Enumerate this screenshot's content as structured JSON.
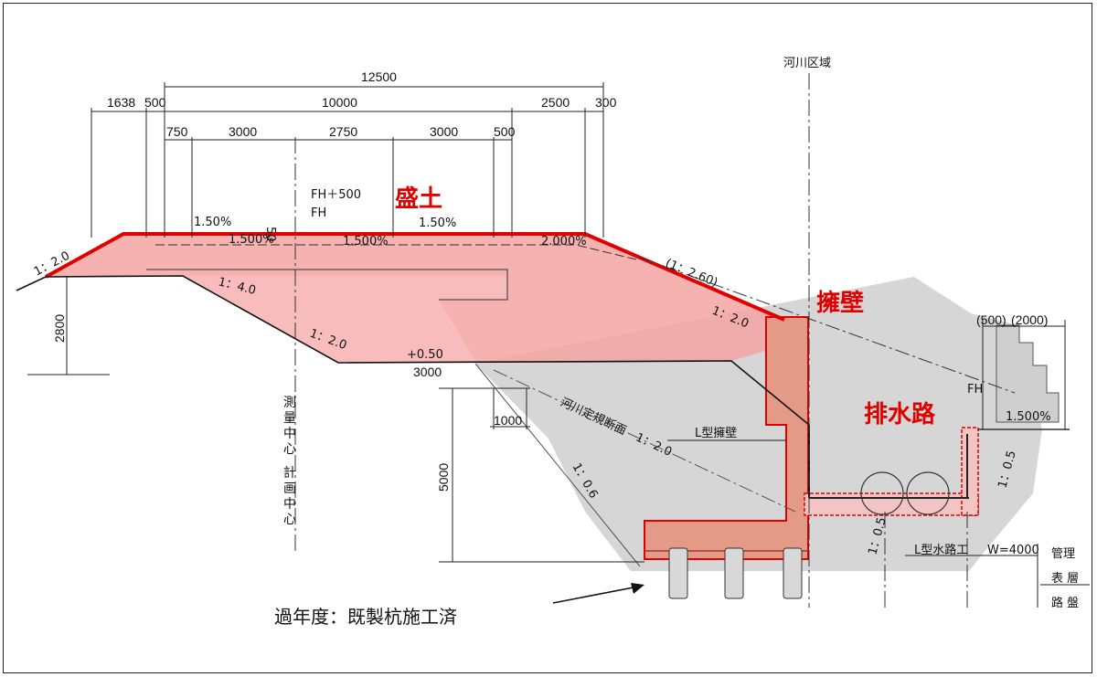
{
  "dimensions": {
    "overall": "12500",
    "d1638": "1638",
    "d500a": "500",
    "d10000": "10000",
    "d2500": "2500",
    "d300": "300",
    "d750": "750",
    "d3000a": "3000",
    "d2750": "2750",
    "d3000b": "3000",
    "d500b": "500",
    "d2800": "2800",
    "d3000c": "3000",
    "d1000": "1000",
    "d5000": "5000",
    "d500c": "(500)",
    "d2000": "(2000)",
    "w4000": "W=4000"
  },
  "labels": {
    "river_zone": "河川区域",
    "fill": "盛土",
    "retaining_wall": "擁壁",
    "drainage": "排水路",
    "fh500": "FH＋500",
    "fh": "FH",
    "fh_right": "FH",
    "slope_150a": "1.50%",
    "slope_150b": "1.500%",
    "slope_150c": "1.500%",
    "slope_150d": "1.50%",
    "slope_2000": "2.000%",
    "slope_150e": "1.500%",
    "slope_12_left": "1：2.0",
    "slope_14": "1：4.0",
    "slope_12_mid": "1：2.0",
    "slope_1260": "(1：2.60)",
    "slope_12_right": "1：2.0",
    "plus050": "+0.50",
    "river_section": "河川定規断面　1：2.0",
    "slope_106": "1：0.6",
    "l_wall": "L型擁壁",
    "slope_105a": "1：0.5",
    "slope_105b": "1：0.5",
    "l_drain": "L型水路工",
    "survey_center": "測量中心",
    "plan_center": "計画中心",
    "management": "管理",
    "surface": "表 層",
    "roadbed": "路 盤",
    "d50": "50",
    "prior_year": "過年度：既製杭施工済"
  },
  "colors": {
    "fill_red": "#e00000",
    "fill_pink": "#f5a3a3",
    "wall_pink": "#e39a86",
    "concrete_gray": "#d9d9d9"
  }
}
